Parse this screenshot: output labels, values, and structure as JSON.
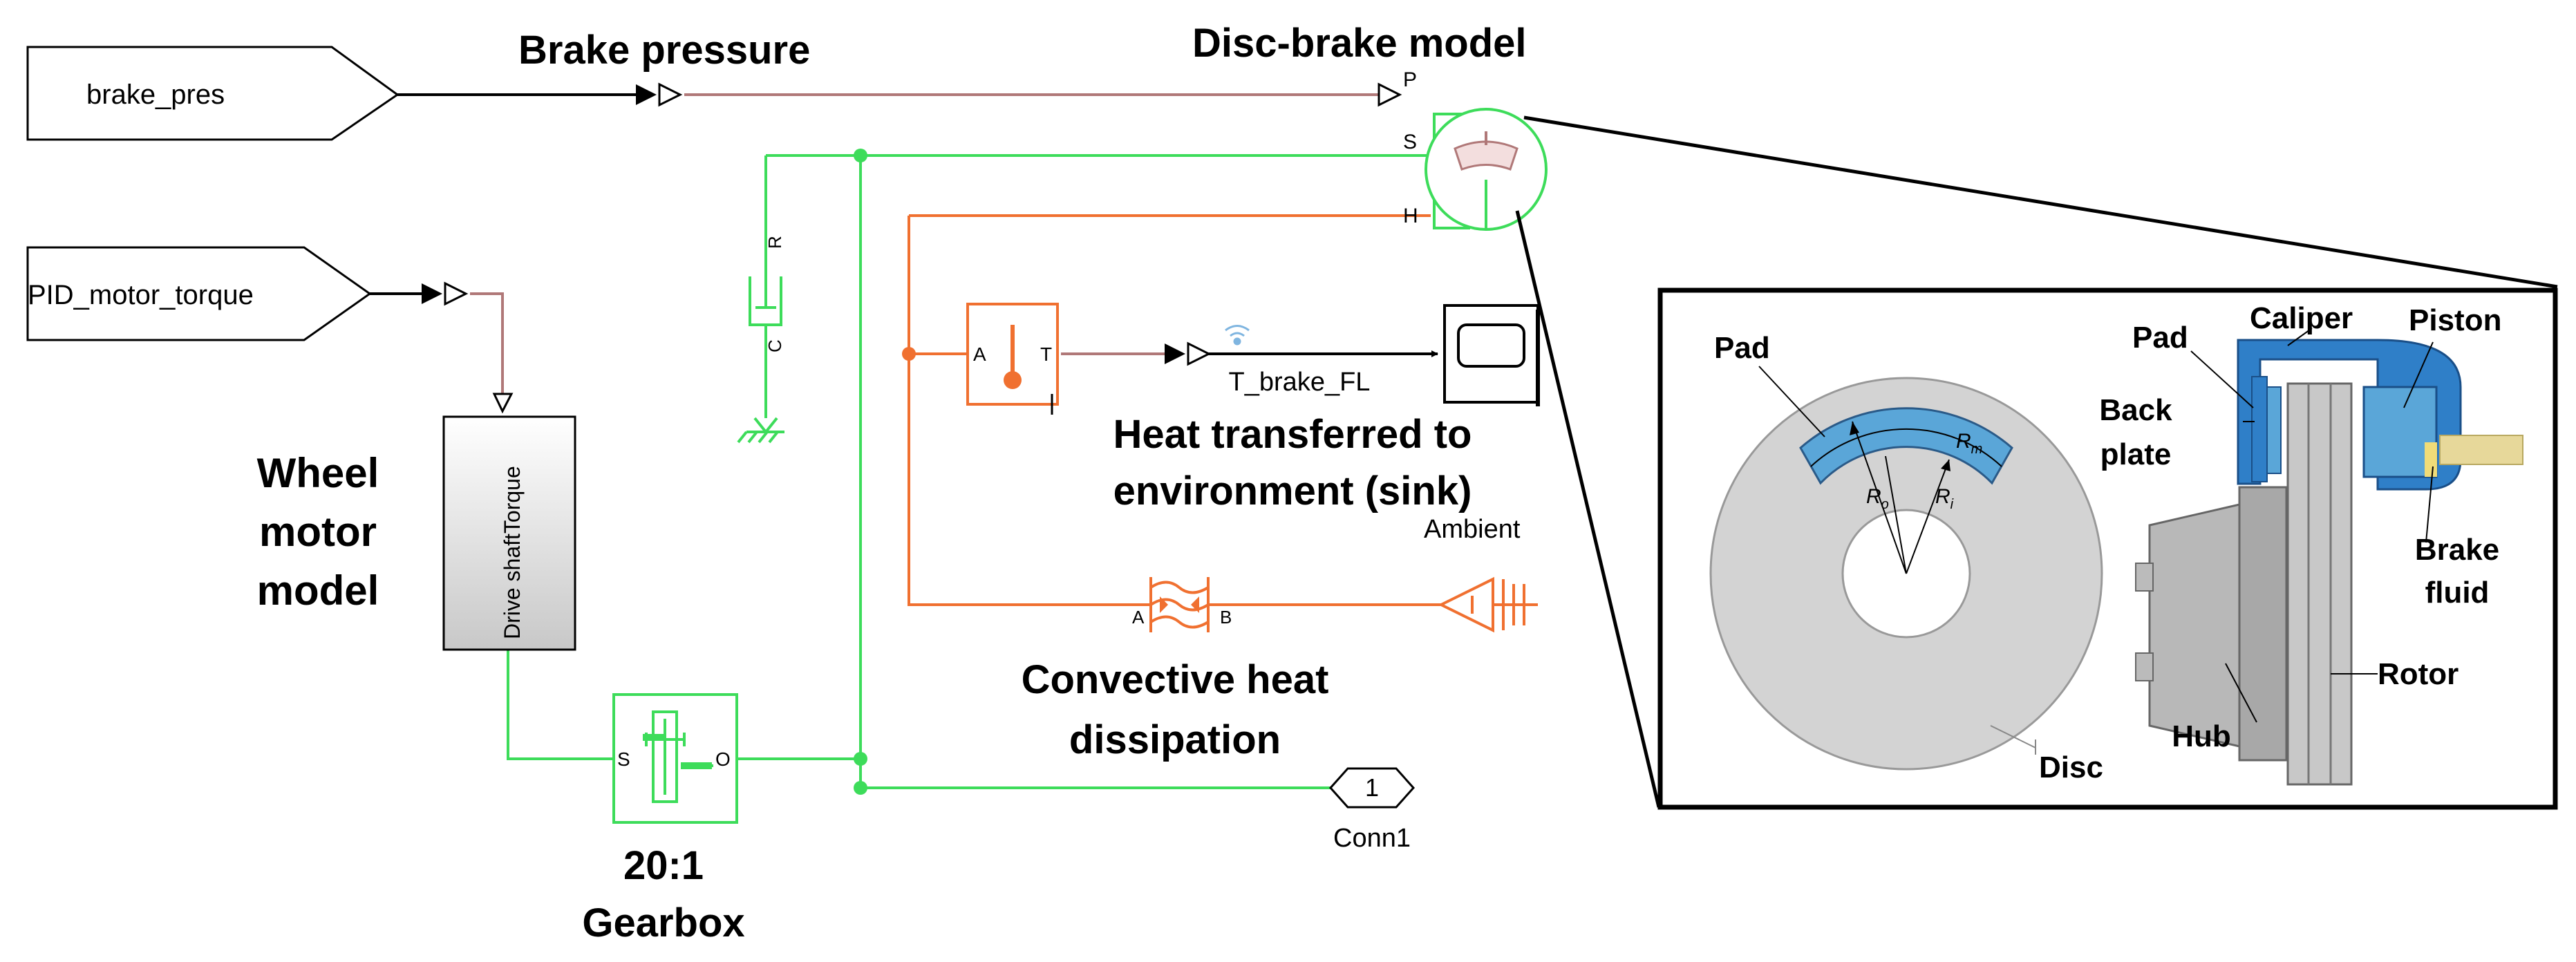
{
  "inports": {
    "brake_pres": "brake_pres",
    "pid_motor_torque": "PID_motor_torque"
  },
  "annotations": {
    "brake_pressure": "Brake pressure",
    "disc_brake_model": "Disc-brake model",
    "wheel_motor_line1": "Wheel",
    "wheel_motor_line2": "motor",
    "wheel_motor_line3": "model",
    "heat_transferred_line1": "Heat transferred to",
    "heat_transferred_line2": "environment (sink)",
    "convective_line1": "Convective heat",
    "convective_line2": "dissipation",
    "gearbox_line1": "20:1",
    "gearbox_line2": "Gearbox"
  },
  "blocks": {
    "drive_shaft": "Drive shaftTorque",
    "scope_signal": "T_brake_FL",
    "ambient": "Ambient",
    "conn_number": "1",
    "conn_label": "Conn1"
  },
  "ports": {
    "p": "P",
    "s": "S",
    "h": "H",
    "r": "R",
    "c": "C",
    "a": "A",
    "t": "T",
    "conv_a": "A",
    "conv_b": "B",
    "gear_s": "S",
    "gear_o": "O"
  },
  "inset": {
    "pad_left": "Pad",
    "pad_right": "Pad",
    "caliper": "Caliper",
    "piston": "Piston",
    "back_plate_line1": "Back",
    "back_plate_line2": "plate",
    "brake_fluid_line1": "Brake",
    "brake_fluid_line2": "fluid",
    "rotor": "Rotor",
    "hub": "Hub",
    "disc": "Disc",
    "r_o": "R",
    "r_o_sub": "o",
    "r_i": "R",
    "r_i_sub": "i",
    "r_m": "R",
    "r_m_sub": "m"
  },
  "colors": {
    "green": "#3ddc5a",
    "orange": "#f07030",
    "signal": "#b07878",
    "black": "#000000",
    "pad_blue": "#5aa6d8",
    "caliper_blue": "#2f7fc8",
    "disc_gray": "#d3d3d3",
    "fluid_yellow": "#f0dc78"
  }
}
